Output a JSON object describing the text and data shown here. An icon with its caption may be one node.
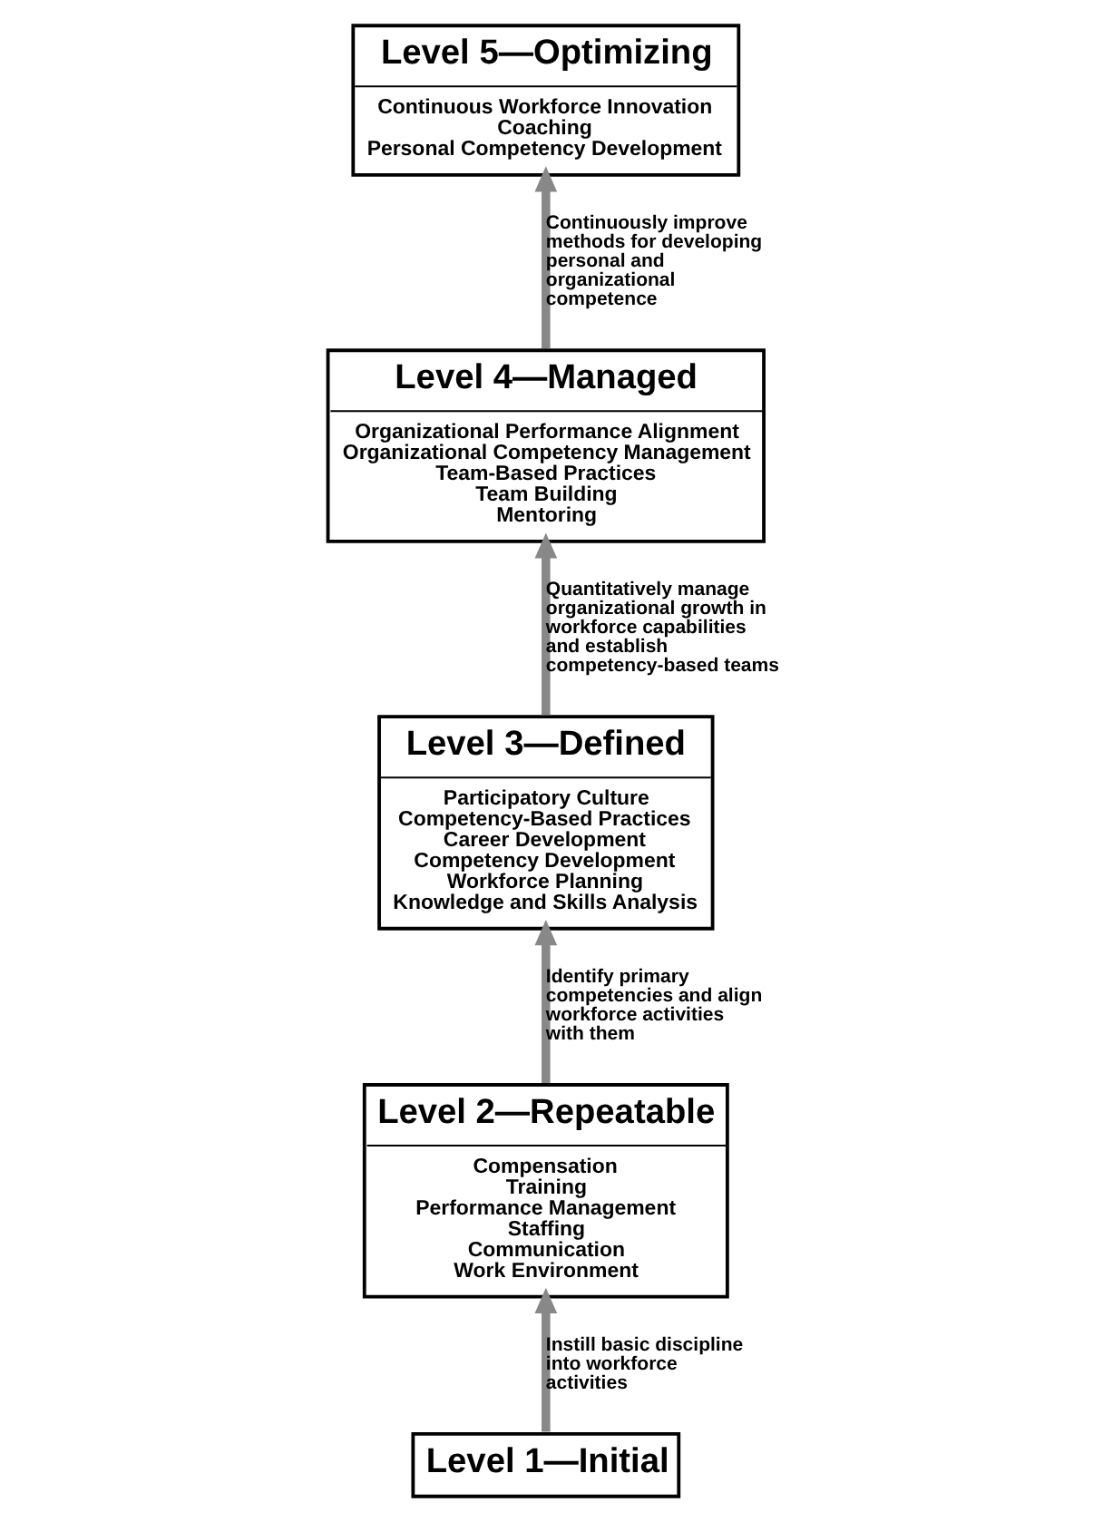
{
  "diagram": {
    "nodes": [
      {
        "text": [
          "Level 1—Initial"
        ]
      },
      {
        "text": [
          "Level 2—Repeatable",
          "Compensation",
          "Training",
          "Performance Management",
          "Staffing",
          "Communication",
          "Work Environment"
        ]
      },
      {
        "text": [
          "Level 3—Defined",
          "Participatory Culture",
          "Competency-Based Practices",
          "Career Development",
          "Competency Development",
          "Workforce Planning",
          "Knowledge and Skills Analysis"
        ]
      },
      {
        "text": [
          "Level 4—Managed",
          "Organizational Performance Alignment",
          "Organizational Competency Management",
          "Team-Based Practices",
          "Team Building",
          "Mentoring"
        ]
      },
      {
        "text": [
          "Level 5—Optimizing",
          "Continuous Workforce Innovation",
          "Coaching",
          "Personal Competency Development"
        ]
      }
    ],
    "edges": [
      {
        "from": 0,
        "to": 1,
        "arrow": "to",
        "label": "Instill basic discipline into workforce activities"
      },
      {
        "from": 1,
        "to": 2,
        "arrow": "to",
        "label": "Identify primary competencies and align workforce activities with them"
      },
      {
        "from": 2,
        "to": 3,
        "arrow": "to",
        "label": "Quantitatively manage organizational growth in workforce capabilities and establish competency-based teams"
      },
      {
        "from": 3,
        "to": 4,
        "arrow": "to",
        "label": "Continuously improve methods for developing personal and organizational competence"
      }
    ]
  }
}
